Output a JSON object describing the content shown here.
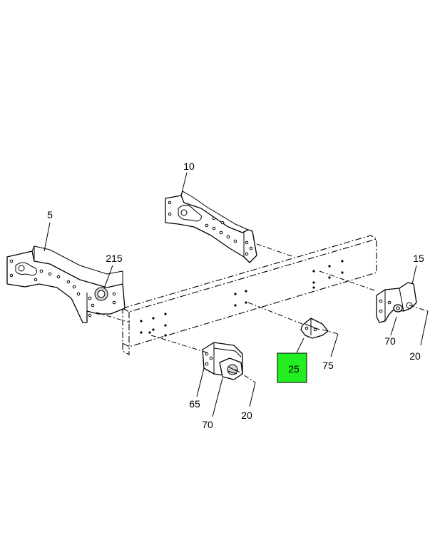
{
  "callouts": [
    {
      "id": "5",
      "label": "5"
    },
    {
      "id": "10",
      "label": "10"
    },
    {
      "id": "15",
      "label": "15"
    },
    {
      "id": "20a",
      "label": "20"
    },
    {
      "id": "20b",
      "label": "20"
    },
    {
      "id": "25",
      "label": "25",
      "highlighted": true
    },
    {
      "id": "65",
      "label": "65"
    },
    {
      "id": "70a",
      "label": "70"
    },
    {
      "id": "70b",
      "label": "70"
    },
    {
      "id": "75",
      "label": "75"
    },
    {
      "id": "215",
      "label": "215"
    }
  ],
  "colors": {
    "highlight": "#22ee22",
    "line": "#000000",
    "background": "#ffffff"
  }
}
